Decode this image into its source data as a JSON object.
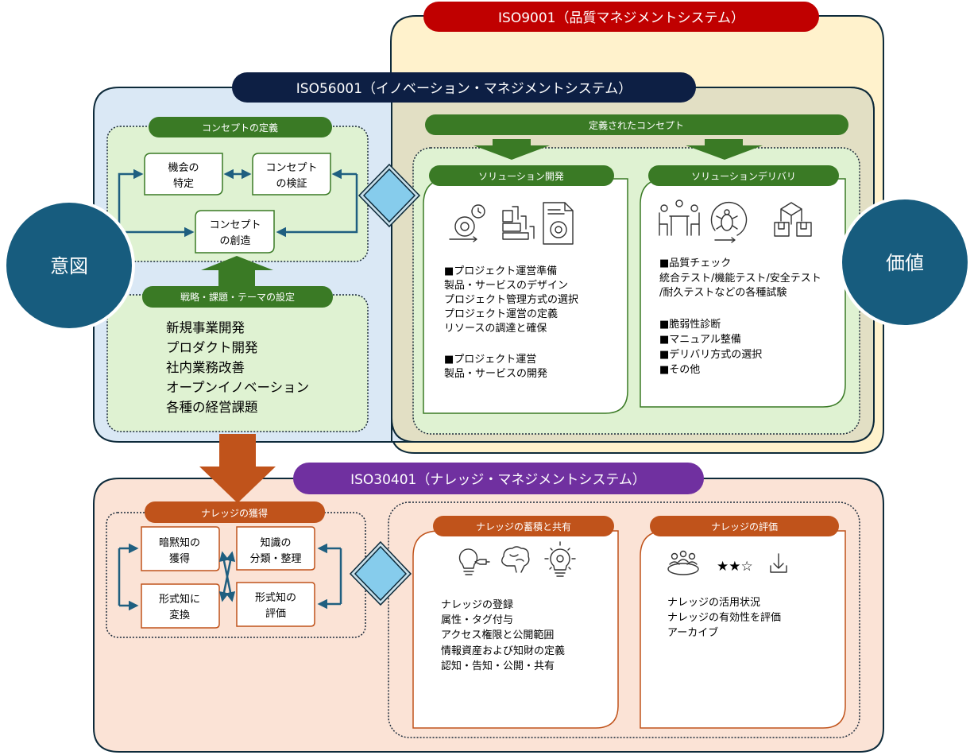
{
  "colors": {
    "iso9001_bg": "#fff2cc",
    "iso9001_banner": "#c00000",
    "iso56001_bg": "#dae8f5",
    "iso56001_overlap_bg": "#e2dfc4",
    "iso56001_banner": "#0d1f44",
    "iso30401_bg": "#fbe3d6",
    "iso30401_banner": "#7030a0",
    "green_dark": "#3a7a25",
    "green_light": "#dff2d2",
    "orange_dark": "#c0531b",
    "teal_circle": "#175c7e",
    "arrow_blue": "#1f5f80",
    "diamond_fill": "#86ccec"
  },
  "iso9001": {
    "title": "ISO9001（品質マネジメントシステム）"
  },
  "iso56001": {
    "title": "ISO56001（イノベーション・マネジメントシステム）",
    "concept_definition": {
      "label": "コンセプトの定義",
      "boxes": {
        "opportunity": [
          "機会の",
          "特定"
        ],
        "validation": [
          "コンセプト",
          "の検証"
        ],
        "creation": [
          "コンセプト",
          "の創造"
        ]
      }
    },
    "strategy": {
      "label": "戦略・課題・テーマの設定",
      "items": [
        "新規事業開発",
        "プロダクト開発",
        "社内業務改善",
        "オープンイノベーション",
        "各種の経営課題"
      ]
    },
    "defined_concept": {
      "label": "定義されたコンセプト"
    },
    "solution_development": {
      "label": "ソリューション開発",
      "icons": [
        "gear-cycle-icon",
        "workflow-steps-icon",
        "document-gear-icon"
      ],
      "lines": [
        "■プロジェクト運営準備",
        "製品・サービスのデザイン",
        "プロジェクト管理方式の選択",
        "プロジェクト運営の定義",
        "リソースの調達と確保",
        "",
        "■プロジェクト運営",
        "製品・サービスの開発"
      ]
    },
    "solution_delivery": {
      "label": "ソリューションデリバリ",
      "icons": [
        "meeting-table-icon",
        "bug-cycle-icon",
        "boxes-icon"
      ],
      "lines": [
        "■品質チェック",
        "統合テスト/機能テスト/安全テスト",
        "/耐久テストなどの各種試験",
        "",
        "■脆弱性診断",
        "■マニュアル整備",
        "■デリバリ方式の選択",
        "■その他"
      ]
    }
  },
  "intent": {
    "label": "意図"
  },
  "value": {
    "label": "価値"
  },
  "iso30401": {
    "title": "ISO30401（ナレッジ・マネジメントシステム）",
    "acquisition": {
      "label": "ナレッジの獲得",
      "boxes": {
        "tacit": [
          "暗黙知の",
          "獲得"
        ],
        "classify": [
          "知識の",
          "分類・整理"
        ],
        "explicit": [
          "形式知に",
          "変換"
        ],
        "evaluate": [
          "形式知の",
          "評価"
        ]
      }
    },
    "accumulation": {
      "label": "ナレッジの蓄積と共有",
      "icons": [
        "lightbulb-pen-icon",
        "brain-icon",
        "lightbulb-gear-icon"
      ],
      "lines": [
        "ナレッジの登録",
        "属性・タグ付与",
        "アクセス権限と公開範囲",
        "情報資産および知財の定義",
        "認知・告知・公開・共有"
      ]
    },
    "evaluation": {
      "label": "ナレッジの評価",
      "icons": [
        "meeting-icon",
        "rating-icon",
        "archive-download-icon"
      ],
      "rating": "★★☆",
      "lines": [
        "ナレッジの活用状況",
        "ナレッジの有効性を評価",
        "アーカイブ"
      ]
    }
  }
}
